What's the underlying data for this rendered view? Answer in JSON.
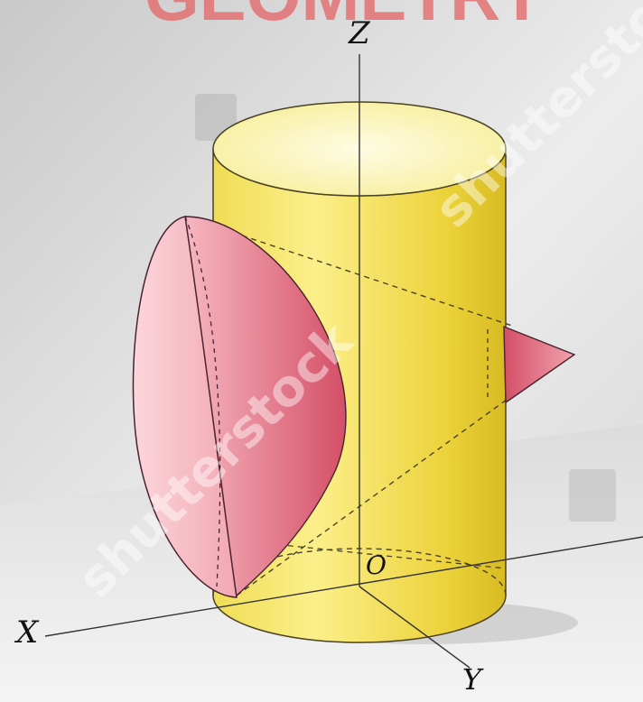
{
  "diagram": {
    "axes": {
      "z": "Z",
      "x": "X",
      "y": "Y",
      "origin": "O"
    }
  },
  "watermark": {
    "logo_text": "GEOMETRY",
    "brand_text": "shutterstock"
  },
  "colors": {
    "cylinder": "#f2df4a",
    "cylinder_top": "#fbf6b8",
    "cone": "#ec8a98",
    "cone_dark": "#d9566c",
    "background": "#d9d9d9"
  }
}
